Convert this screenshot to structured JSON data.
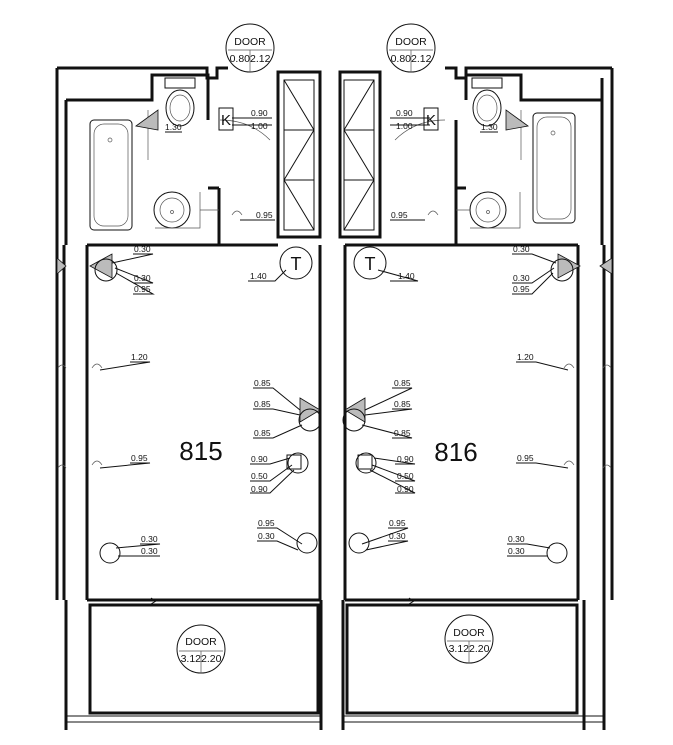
{
  "rooms": {
    "left": "815",
    "right": "816"
  },
  "doors": {
    "left_top": {
      "title": "DOOR",
      "code": "0.802.12"
    },
    "right_top": {
      "title": "DOOR",
      "code": "0.802.12"
    },
    "left_bottom": {
      "title": "DOOR",
      "code": "3.122.20"
    },
    "right_bottom": {
      "title": "DOOR",
      "code": "3.122.20"
    }
  },
  "symbols": {
    "k": "K",
    "t": "T"
  },
  "labels_left": {
    "wc": "1.30",
    "k_top": "0.90",
    "k_bot": "1.00",
    "bath": "0.95",
    "a1": "0.30",
    "a2": "0.30",
    "a3": "0.95",
    "t": "1.40",
    "wall1": "1.20",
    "m1": "0.85",
    "m2": "0.85",
    "m3": "0.85",
    "wall2": "0.95",
    "b1": "0.90",
    "b2": "0.50",
    "b3": "0.90",
    "c1": "0.95",
    "c2": "0.30",
    "d1": "0.30",
    "d2": "0.30"
  },
  "labels_right": {
    "wc": "1.30",
    "k_top": "0.90",
    "k_bot": "1.00",
    "bath": "0.95",
    "a1": "0.30",
    "a2": "0.30",
    "a3": "0.95",
    "t": "1.40",
    "wall1": "1.20",
    "m1": "0.85",
    "m2": "0.85",
    "m3": "0.85",
    "wall2": "0.95",
    "b1": "0.90",
    "b2": "0.50",
    "b3": "0.90",
    "c1": "0.95",
    "c2": "0.30",
    "d1": "0.30",
    "d2": "0.30"
  }
}
